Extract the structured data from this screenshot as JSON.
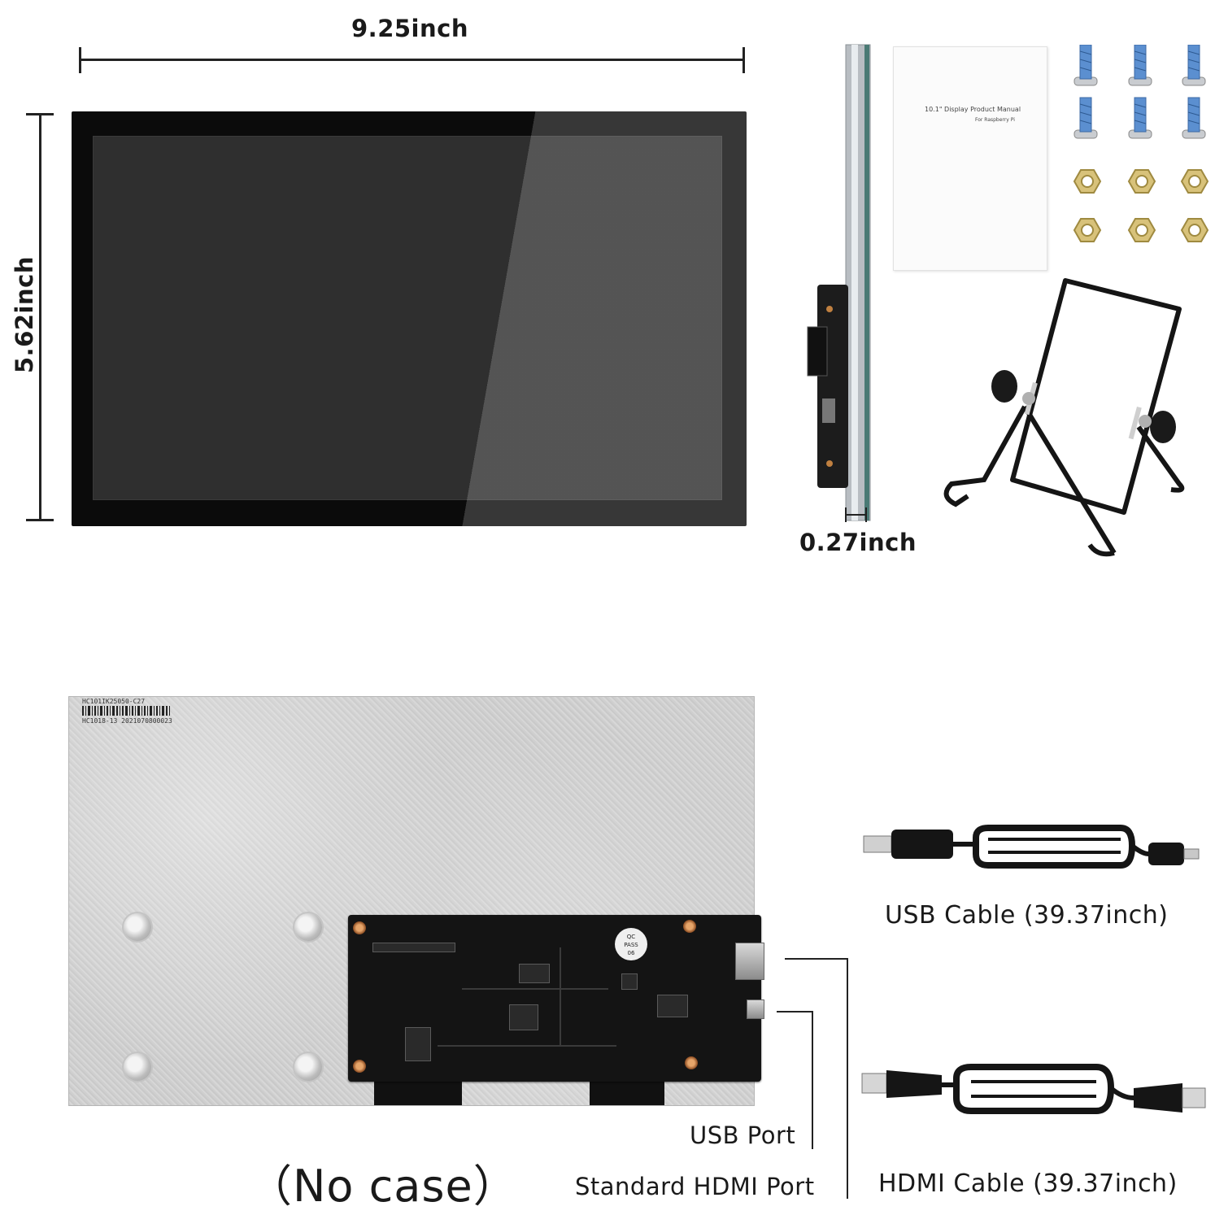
{
  "dimensions": {
    "width_label": "9.25inch",
    "height_label": "5.62inch",
    "depth_label": "0.27inch"
  },
  "manual": {
    "title": "10.1\" Display Product Manual",
    "subtitle": "For Raspberry Pi"
  },
  "back_label": {
    "model": "HC101IK25050-C27",
    "serial": "HC1018-13   2021070800023"
  },
  "pcb_badge": {
    "line1": "QC",
    "line2": "PASS",
    "line3": "06"
  },
  "cables": {
    "usb_label": "USB Cable (39.37inch)",
    "hdmi_label": "HDMI Cable (39.37inch)"
  },
  "ports": {
    "usb_port_label": "USB Port",
    "hdmi_port_label": "Standard HDMI Port"
  },
  "note": "（No case）"
}
